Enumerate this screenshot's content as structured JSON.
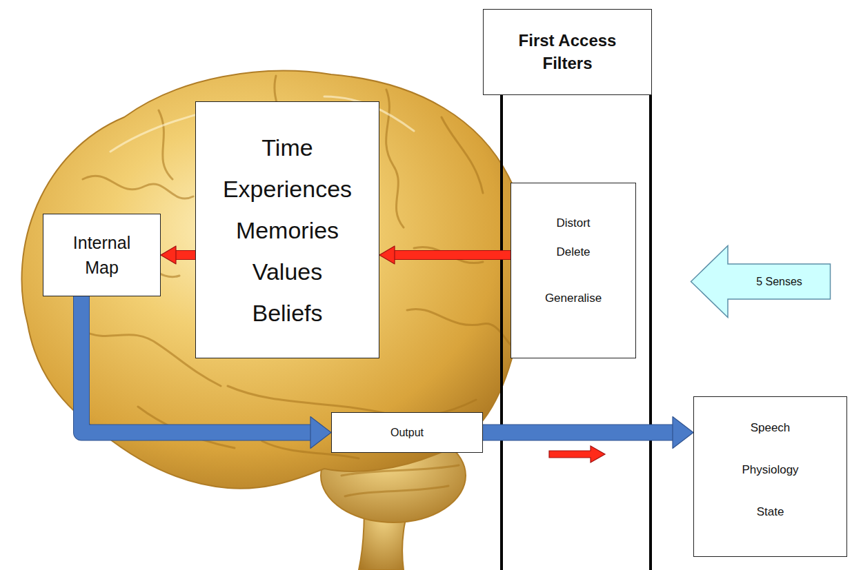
{
  "diagram": {
    "nodes": [
      {
        "text": [
          "First Access Filters"
        ]
      },
      {
        "text": [
          "Internal Map"
        ]
      },
      {
        "text": [
          "Time",
          "Experiences",
          "Memories",
          "Values",
          "Beliefs"
        ]
      },
      {
        "text": [
          "Distort",
          "Delete",
          "Generalise"
        ]
      },
      {
        "text": [
          "5 Senses"
        ]
      },
      {
        "text": [
          "Output"
        ]
      },
      {
        "text": [
          "Speech",
          "Physiology",
          "State"
        ]
      }
    ],
    "edges": [
      {
        "from": 2,
        "to": 1,
        "arrow": "to"
      },
      {
        "from": 3,
        "to": 2,
        "arrow": "to"
      },
      {
        "from": 1,
        "to": 5,
        "arrow": "to"
      },
      {
        "from": 5,
        "to": 6,
        "arrow": "to"
      }
    ]
  }
}
